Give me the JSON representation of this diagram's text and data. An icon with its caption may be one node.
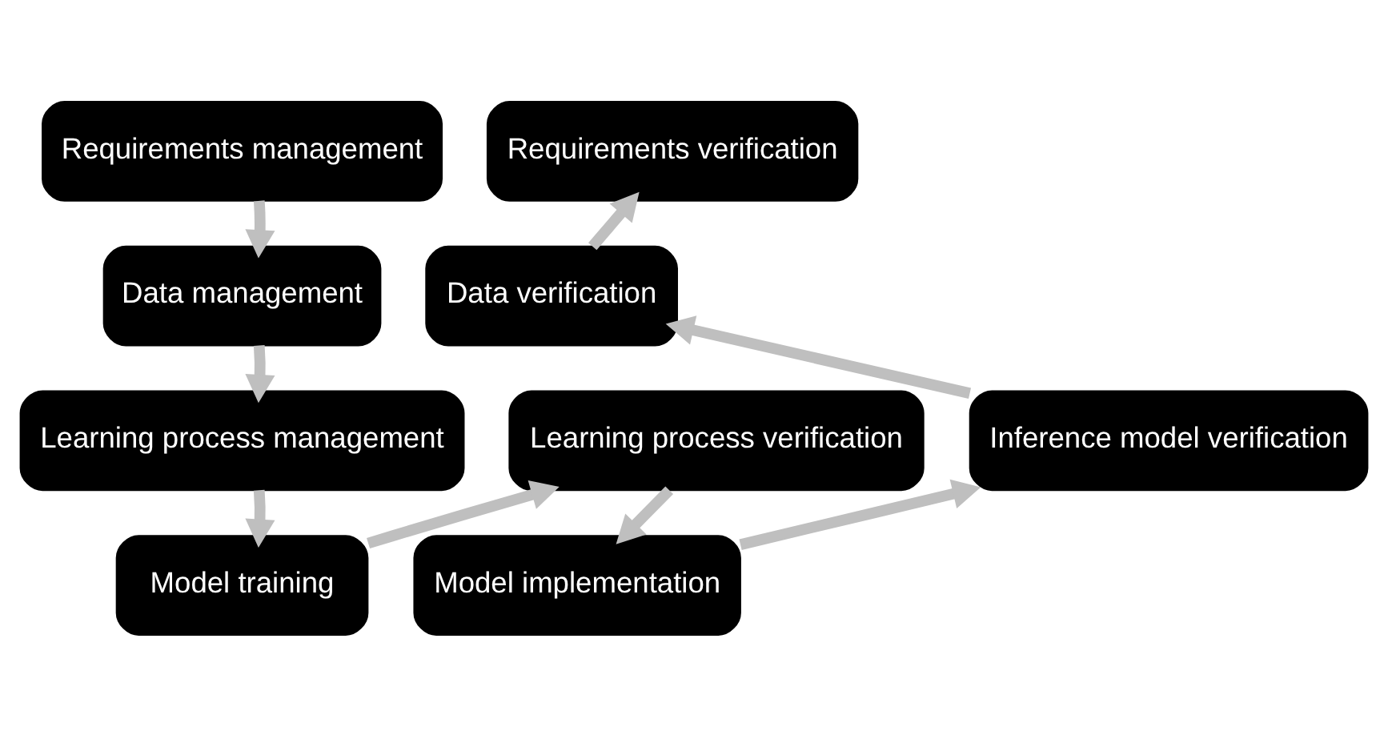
{
  "diagram": {
    "nodes": [
      {
        "text": [
          "Requirements management"
        ]
      },
      {
        "text": [
          "Data management"
        ]
      },
      {
        "text": [
          "Learning process management"
        ]
      },
      {
        "text": [
          "Model training"
        ]
      },
      {
        "text": [
          "Learning process verification"
        ]
      },
      {
        "text": [
          "Model implementation"
        ]
      },
      {
        "text": [
          "Inference model verification"
        ]
      },
      {
        "text": [
          "Data verification"
        ]
      },
      {
        "text": [
          "Requirements verification"
        ]
      }
    ],
    "edges": [
      {
        "from": 0,
        "to": 1,
        "arrow": "to"
      },
      {
        "from": 1,
        "to": 2,
        "arrow": "to"
      },
      {
        "from": 2,
        "to": 3,
        "arrow": "to"
      },
      {
        "from": 3,
        "to": 4,
        "arrow": "to"
      },
      {
        "from": 4,
        "to": 5,
        "arrow": "to"
      },
      {
        "from": 5,
        "to": 6,
        "arrow": "to"
      },
      {
        "from": 6,
        "to": 7,
        "arrow": "to"
      },
      {
        "from": 7,
        "to": 8,
        "arrow": "to"
      }
    ]
  }
}
